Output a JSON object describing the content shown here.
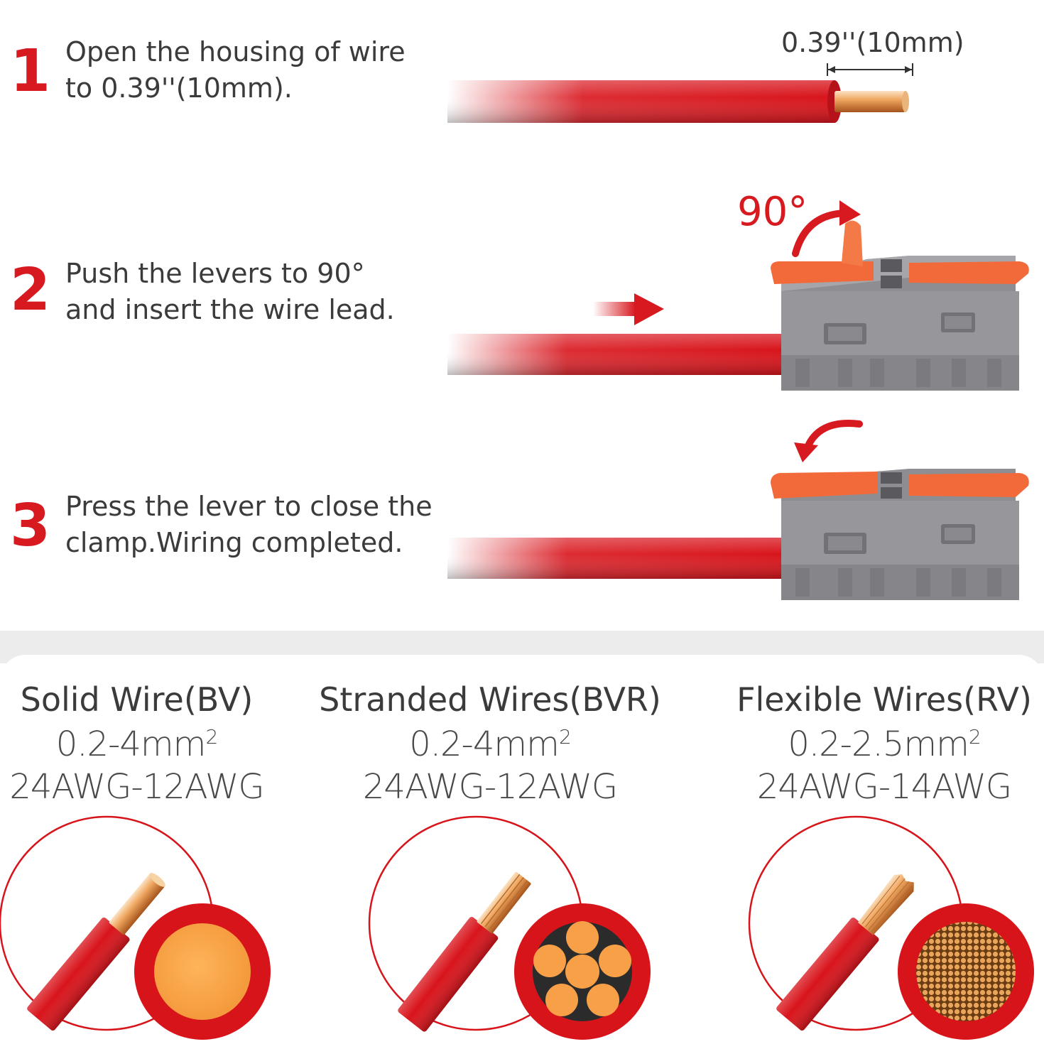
{
  "steps": [
    {
      "number": "1",
      "line1": "Open the housing of wire",
      "line2": "to 0.39''(10mm)."
    },
    {
      "number": "2",
      "line1": "Push the levers to 90°",
      "line2": "and insert the wire lead."
    },
    {
      "number": "3",
      "line1": "Press the lever to close the",
      "line2": "clamp.Wiring completed."
    }
  ],
  "dimension_label": "0.39''(10mm)",
  "angle_label": "90°",
  "wire_types": [
    {
      "title": "Solid Wire(BV)",
      "section_value": "0.2-4mm",
      "section_sup": "2",
      "awg": "24AWG-12AWG",
      "core_icon": "solid-core-icon"
    },
    {
      "title": "Stranded Wires(BVR)",
      "section_value": "0.2-4mm",
      "section_sup": "2",
      "awg": "24AWG-12AWG",
      "core_icon": "stranded-core-icon"
    },
    {
      "title": "Flexible Wires(RV)",
      "section_value": "0.2-2.5mm",
      "section_sup": "2",
      "awg": "24AWG-14AWG",
      "core_icon": "flexible-core-icon"
    }
  ],
  "colors": {
    "accent_red": "#d71920",
    "wire_red": "#d8141b",
    "lever_orange": "#f26a3a",
    "housing_gray": "#8f8f93",
    "copper": "#f0a04a"
  }
}
